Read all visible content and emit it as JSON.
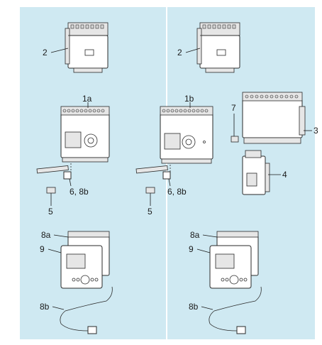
{
  "colors": {
    "panel_background": "#cfe9f2",
    "divider": "#ffffff",
    "line": "#2a2a2a"
  },
  "left_panel": {
    "labels": {
      "power_supply": "2",
      "base_unit": "1a",
      "memory_card": "5",
      "cable_connector": "6, 8b",
      "display_mount": "8a",
      "display": "9",
      "display_cable": "8b"
    }
  },
  "right_panel": {
    "labels": {
      "power_supply": "2",
      "base_unit": "1b",
      "bus_connector": "7",
      "expansion_module": "3",
      "small_module": "4",
      "memory_card": "5",
      "cable_connector": "6, 8b",
      "display_mount": "8a",
      "display": "9",
      "display_cable": "8b"
    }
  }
}
